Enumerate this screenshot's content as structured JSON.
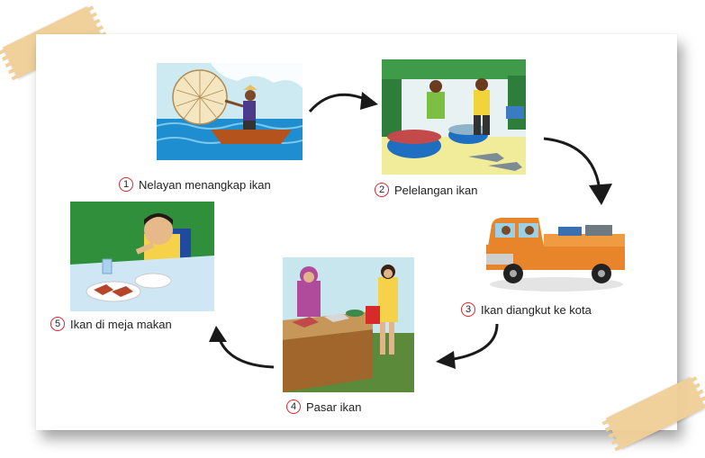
{
  "steps": [
    {
      "number": "1",
      "label": "Nelayan menangkap ikan"
    },
    {
      "number": "2",
      "label": "Pelelangan ikan"
    },
    {
      "number": "3",
      "label": "Ikan diangkut ke kota"
    },
    {
      "number": "4",
      "label": "Pasar ikan"
    },
    {
      "number": "5",
      "label": "Ikan di meja makan"
    }
  ],
  "colors": {
    "number_ring": "#d6262f",
    "arrow": "#1a1a1a",
    "tape": "#f1cf96"
  }
}
